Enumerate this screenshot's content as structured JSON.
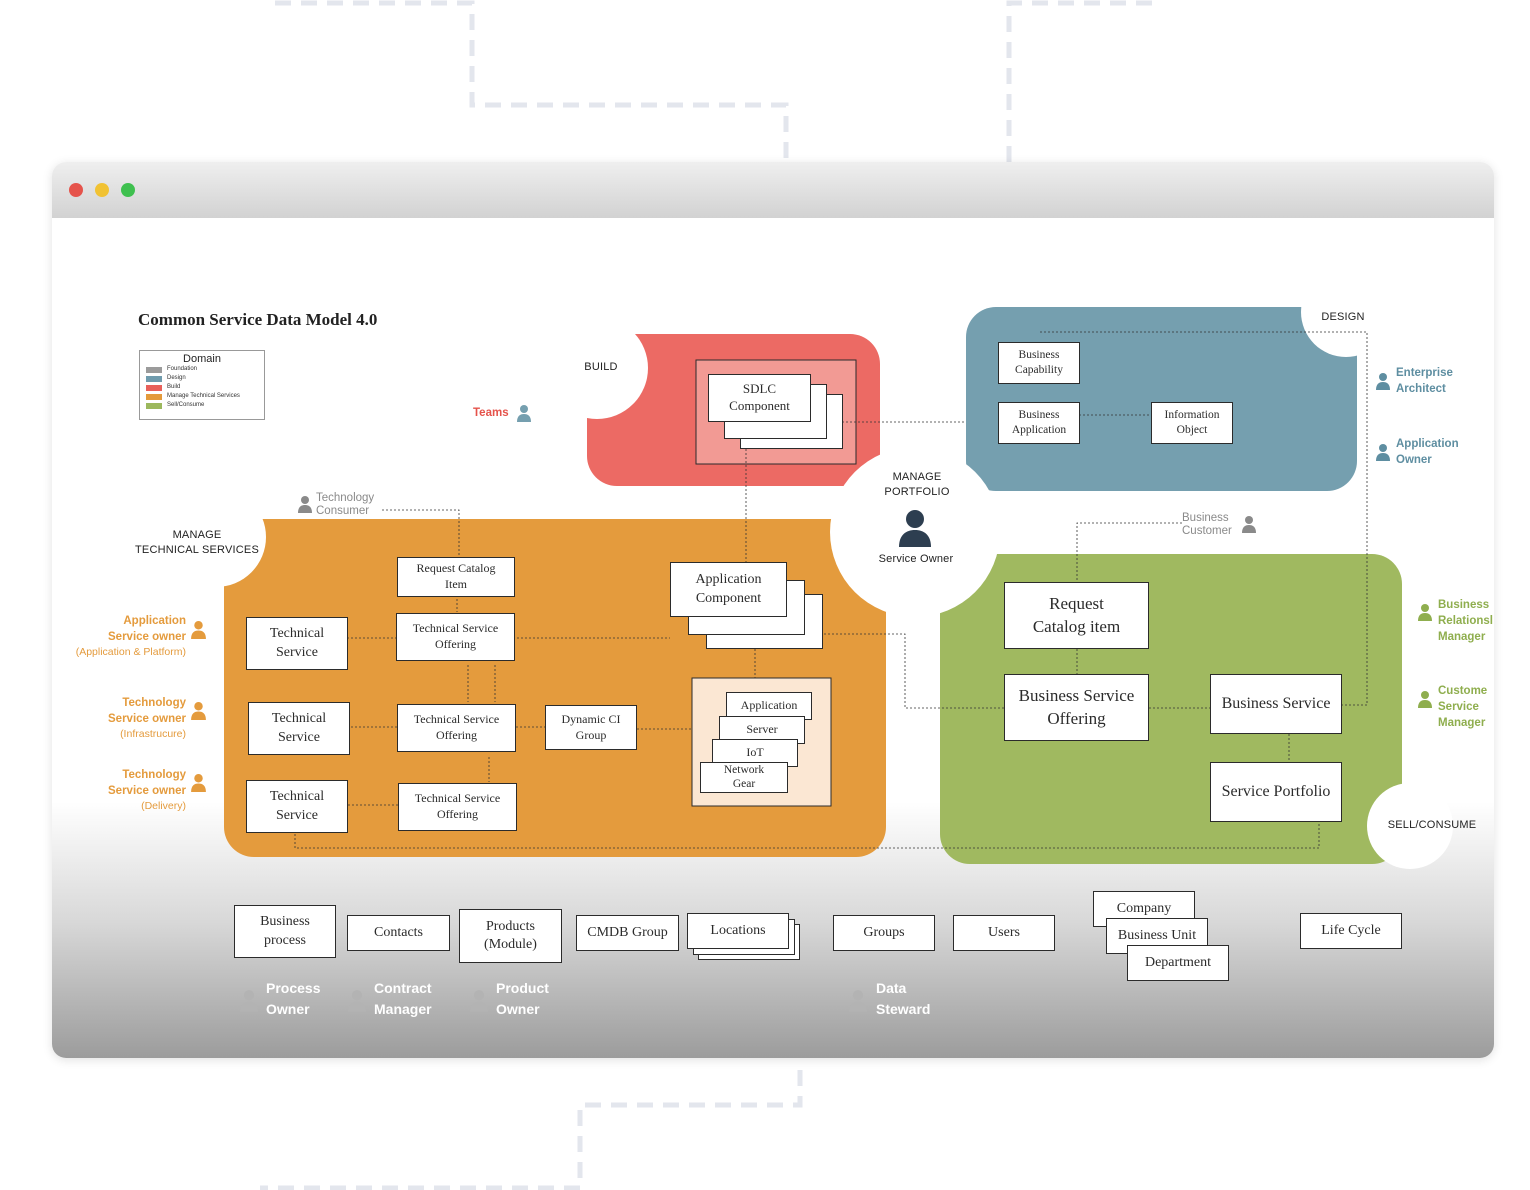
{
  "title": "Common Service Data Model 4.0",
  "legend": {
    "title": "Domain",
    "items": [
      {
        "label": "Foundation",
        "color": "#9b9b9b"
      },
      {
        "label": "Design",
        "color": "#6f9bad"
      },
      {
        "label": "Build",
        "color": "#e8605a"
      },
      {
        "label": "Manage Technical Services",
        "color": "#e49a3a"
      },
      {
        "label": "Sell/Consume",
        "color": "#9cb85d"
      }
    ]
  },
  "colors": {
    "build": "#ec6a64",
    "design": "#759faf",
    "manage": "#e49b3d",
    "sell": "#a0b960",
    "service_owner": "#2d3e50"
  },
  "zones": {
    "build": "BUILD",
    "design": "DESIGN",
    "manage_portfolio": [
      "MANAGE",
      "PORTFOLIO"
    ],
    "manage_technical": [
      "MANAGE",
      "TECHNICAL SERVICES"
    ],
    "sell_consume": "SELL/CONSUME",
    "service_owner": "Service Owner"
  },
  "roles": {
    "teams": "Teams",
    "technology_consumer": [
      "Technology",
      "Consumer"
    ],
    "business_customer": [
      "Business",
      "Customer"
    ],
    "enterprise_architect": [
      "Enterprise",
      "Architect"
    ],
    "application_owner": [
      "Application",
      "Owner"
    ],
    "business_relationship_manager": [
      "Business",
      "Relationsl",
      "Manager"
    ],
    "customer_service_manager": [
      "Custome",
      "Service",
      "Manager"
    ],
    "app_service_owner": [
      "Application",
      "Service owner",
      "(Application & Platform)"
    ],
    "tech_owner_infra": [
      "Technology",
      "Service owner",
      "(Infrastrucure)"
    ],
    "tech_owner_delivery": [
      "Technology",
      "Service owner",
      "(Delivery)"
    ]
  },
  "boxes": {
    "sdlc": [
      "SDLC",
      "Component"
    ],
    "business_capability": [
      "Business",
      "Capability"
    ],
    "business_application": [
      "Business",
      "Application"
    ],
    "information_object": [
      "Information",
      "Object"
    ],
    "request_catalog_item_tech": [
      "Request Catalog",
      "Item"
    ],
    "tso1": [
      "Technical Service",
      "Offering"
    ],
    "tso2": [
      "Technical Service",
      "Offering"
    ],
    "tso3": [
      "Technical Service",
      "Offering"
    ],
    "ts1": [
      "Technical",
      "Service"
    ],
    "ts2": [
      "Technical",
      "Service"
    ],
    "ts3": [
      "Technical",
      "Service"
    ],
    "app_component": [
      "Application",
      "Component"
    ],
    "dynamic_ci": [
      "Dynamic CI",
      "Group"
    ],
    "stack_application": "Application",
    "stack_server": "Server",
    "stack_iot": "IoT",
    "stack_network": [
      "Network",
      "Gear"
    ],
    "request_catalog_item_sell": [
      "Request",
      "Catalog item"
    ],
    "business_service_offering": [
      "Business Service",
      "Offering"
    ],
    "business_service": "Business Service",
    "service_portfolio": "Service Portfolio"
  },
  "foundation": {
    "business_process": [
      "Business",
      "process"
    ],
    "contacts": "Contacts",
    "products": [
      "Products",
      "(Module)"
    ],
    "cmdb_group": "CMDB Group",
    "locations": "Locations",
    "groups": "Groups",
    "users": "Users",
    "company": "Company",
    "business_unit": "Business Unit",
    "department": "Department",
    "life_cycle": "Life Cycle"
  },
  "foundation_roles": {
    "process_owner": [
      "Process",
      "Owner"
    ],
    "contract_manager": [
      "Contract",
      "Manager"
    ],
    "product_owner": [
      "Product",
      "Owner"
    ],
    "data_steward": [
      "Data",
      "Steward"
    ]
  }
}
